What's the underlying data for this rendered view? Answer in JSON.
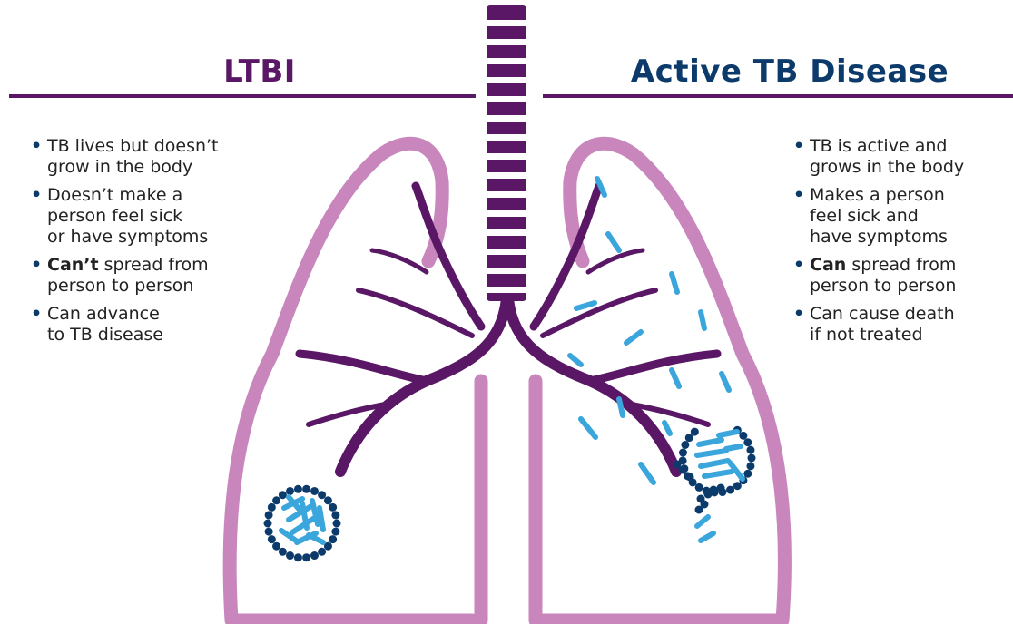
{
  "colors": {
    "heading_left": "#5a1766",
    "heading_right": "#0b3a6b",
    "rule": "#5a1766",
    "lung_outline": "#c886bd",
    "airway": "#5a1766",
    "bacteria": "#3ba6dc",
    "tubercle_beads": "#0b3a6b",
    "bullet_dot": "#0b3a6b",
    "text": "#222222"
  },
  "left": {
    "heading": "LTBI",
    "items": [
      {
        "lines": [
          "TB lives but doesn’t",
          "grow in the body"
        ]
      },
      {
        "lines": [
          "Doesn’t make a",
          "person feel sick",
          "or have symptoms"
        ]
      },
      {
        "bold": "Can’t",
        "rest": " spread from",
        "lines": [
          "person to person"
        ]
      },
      {
        "lines": [
          "Can advance",
          "to TB disease"
        ]
      }
    ]
  },
  "right": {
    "heading": "Active TB Disease",
    "items": [
      {
        "lines": [
          "TB is active and",
          "grows in the body"
        ]
      },
      {
        "lines": [
          "Makes a person",
          "feel sick and",
          "have symptoms"
        ]
      },
      {
        "bold": "Can",
        "rest": " spread from",
        "lines": [
          "person to person"
        ]
      },
      {
        "lines": [
          "Can cause death",
          "if not treated"
        ]
      }
    ]
  },
  "icons": {
    "lungs": "lungs-illustration",
    "trachea": "trachea-icon",
    "bronchi": "bronchi-icon",
    "contained_tubercle": "contained-granuloma-icon",
    "breaking_tubercle": "ruptured-granuloma-icon",
    "bacteria": "tb-bacteria-icon"
  }
}
